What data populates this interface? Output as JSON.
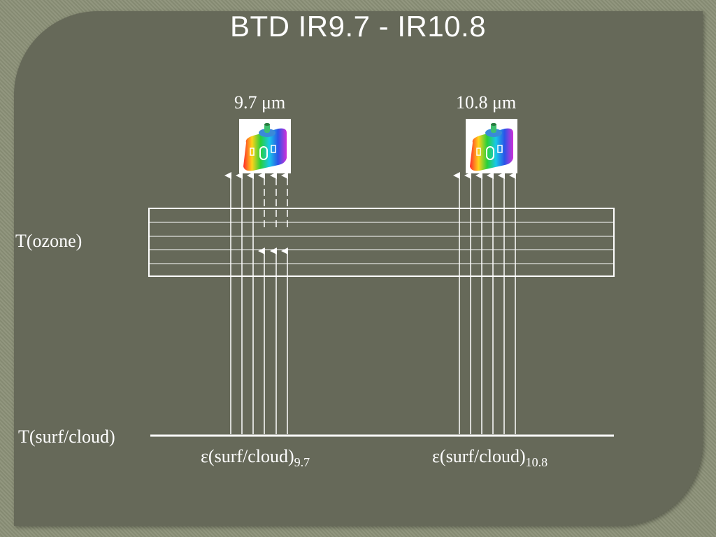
{
  "title": "BTD IR9.7 - IR10.8",
  "channels": [
    {
      "wavelength": "9.7 μm",
      "emissivity": "ε(surf/cloud)",
      "subscript": "9.7"
    },
    {
      "wavelength": "10.8 μm",
      "emissivity": "ε(surf/cloud)",
      "subscript": "10.8"
    }
  ],
  "labels": {
    "ozone": "T(ozone)",
    "surface": "T(surf/cloud)"
  },
  "icons": {
    "satellite": "satellite-icon"
  },
  "colors": {
    "slide_bg": "#666959",
    "frame_bg": "#8c9178",
    "line": "#ffffff"
  }
}
